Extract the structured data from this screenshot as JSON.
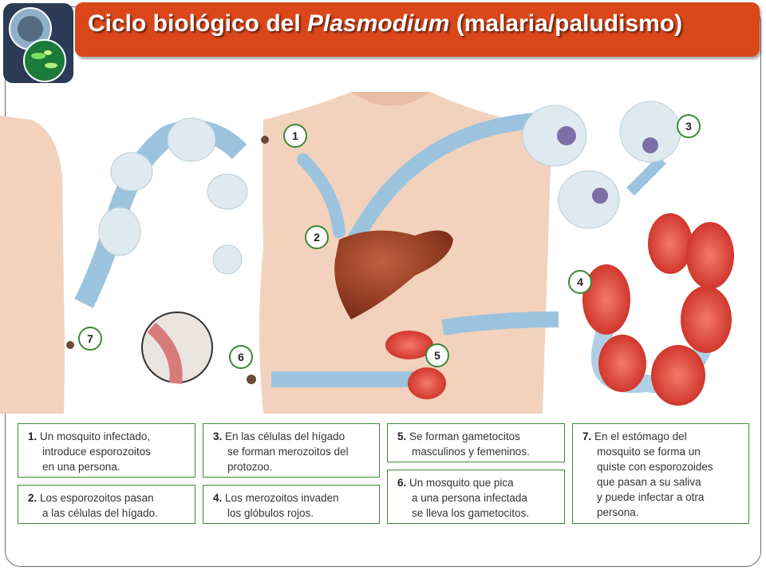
{
  "title": {
    "prefix": "Ciclo biológico del ",
    "italic": "Plasmodium",
    "suffix": " (malaria/paludismo)"
  },
  "logo_icon": "microscope-icon",
  "steps": [
    {
      "number": "1",
      "badge": "1",
      "lines": [
        "Un mosquito infectado,",
        "introduce esporozoitos",
        "en una persona."
      ]
    },
    {
      "number": "2",
      "badge": "2",
      "lines": [
        "Los esporozoitos pasan",
        "a las células del hígado."
      ]
    },
    {
      "number": "3",
      "badge": "3",
      "lines": [
        "En las células del hígado",
        "se forman merozoitos del",
        "protozoo."
      ]
    },
    {
      "number": "4",
      "badge": "4",
      "lines": [
        "Los merozoitos invaden",
        "los glóbulos rojos."
      ]
    },
    {
      "number": "5",
      "badge": "5",
      "lines": [
        "Se forman gametocitos",
        "masculinos y femeninos."
      ]
    },
    {
      "number": "6",
      "badge": "6",
      "lines": [
        "Un mosquito que pica",
        "a una persona infectada",
        "se lleva los gametocitos."
      ]
    },
    {
      "number": "7",
      "badge": "7",
      "lines": [
        "En el estómago del",
        "mosquito se forma un",
        "quiste con esporozoides",
        "que pasan a su saliva",
        "y puede infectar a otra",
        "persona."
      ]
    }
  ],
  "colors": {
    "title_bar": "#d9471a",
    "box_border": "#3b8a33",
    "arrow": "#9cc3dd",
    "skin": "#f2d2bd",
    "liver": "#9a3a22",
    "red_cell": "#d8362a"
  }
}
